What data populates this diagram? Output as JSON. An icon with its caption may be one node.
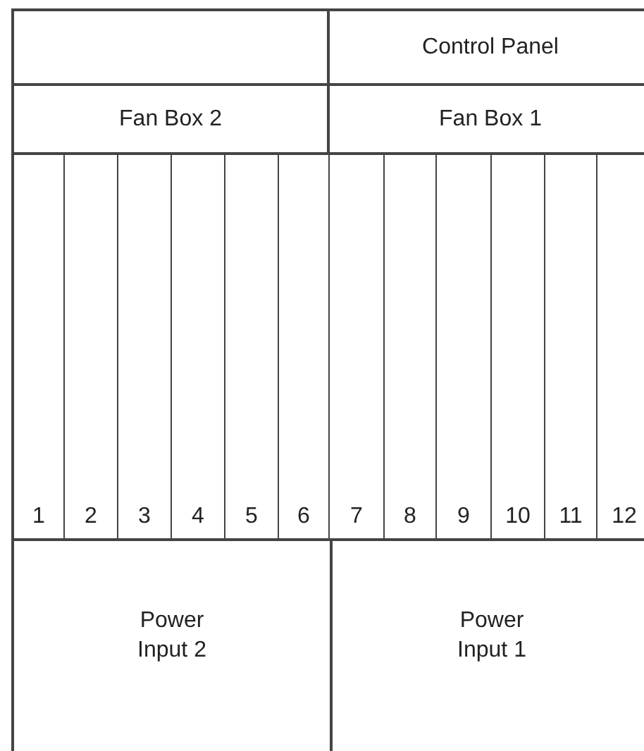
{
  "diagram": {
    "nodes": [
      {
        "text": [],
        "shape": "box"
      },
      {
        "text": [
          "Control Panel"
        ]
      },
      {
        "text": [
          "Fan Box 2"
        ]
      },
      {
        "text": [
          "Fan Box 1"
        ]
      },
      {
        "text": [
          "1"
        ]
      },
      {
        "text": [
          "2"
        ]
      },
      {
        "text": [
          "3"
        ]
      },
      {
        "text": [
          "4"
        ]
      },
      {
        "text": [
          "5"
        ]
      },
      {
        "text": [
          "6"
        ]
      },
      {
        "text": [
          "7"
        ]
      },
      {
        "text": [
          "8"
        ]
      },
      {
        "text": [
          "9"
        ]
      },
      {
        "text": [
          "10"
        ]
      },
      {
        "text": [
          "11"
        ]
      },
      {
        "text": [
          "12"
        ]
      },
      {
        "text": [
          "Power Input 2"
        ]
      },
      {
        "text": [
          "Power Input 1"
        ]
      }
    ]
  }
}
